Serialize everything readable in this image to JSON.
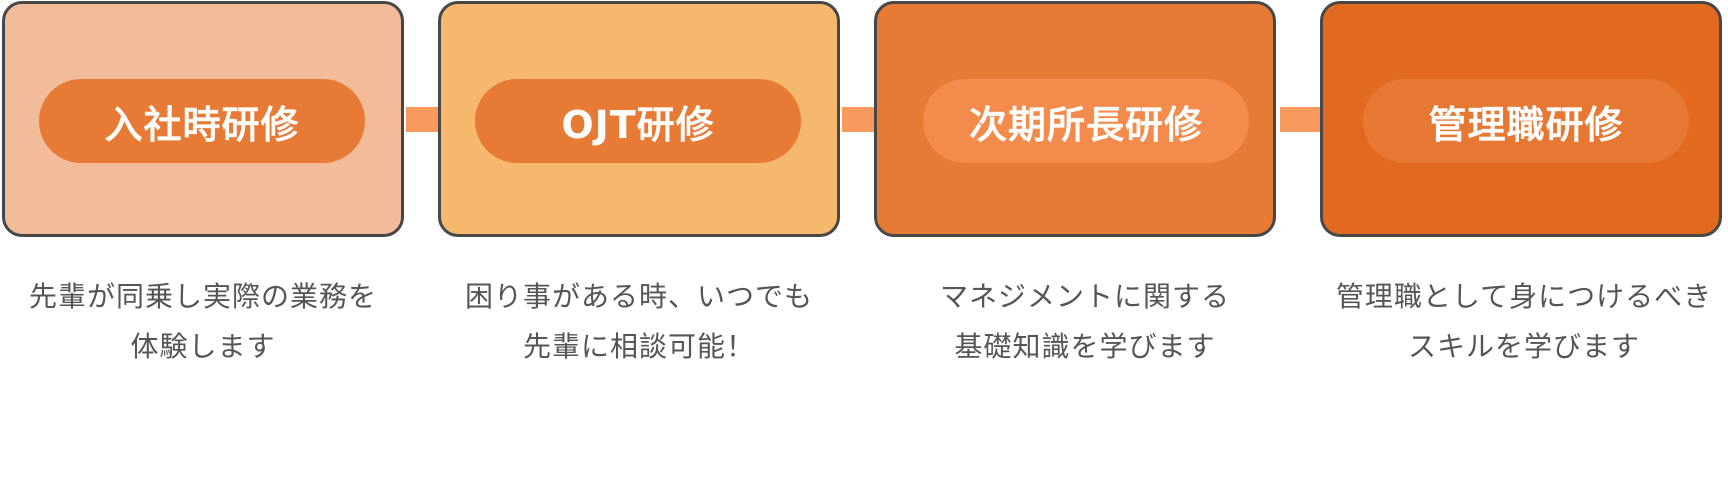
{
  "colors": {
    "border": "#474747",
    "connector": "#f89a5e",
    "description_text": "#555555",
    "pill_text": "#ffffff"
  },
  "steps": [
    {
      "title": "入社時研修",
      "card_color": "#f2bc9a",
      "pill_color": "#e77a35",
      "description": [
        "先輩が同乗し実際の業務を",
        "体験します"
      ]
    },
    {
      "title": "OJT研修",
      "card_color": "#f5b86d",
      "pill_color": "#e77a35",
      "description": [
        "困り事がある時、いつでも",
        "先輩に相談可能！"
      ]
    },
    {
      "title": "次期所長研修",
      "card_color": "#e77b35",
      "pill_color": "#f28b4b",
      "description": [
        "マネジメントに関する",
        "基礎知識を学びます"
      ]
    },
    {
      "title": "管理職研修",
      "card_color": "#e26a20",
      "pill_color": "#e67834",
      "description": [
        "管理職として身につけるべき",
        "スキルを学びます"
      ]
    }
  ]
}
